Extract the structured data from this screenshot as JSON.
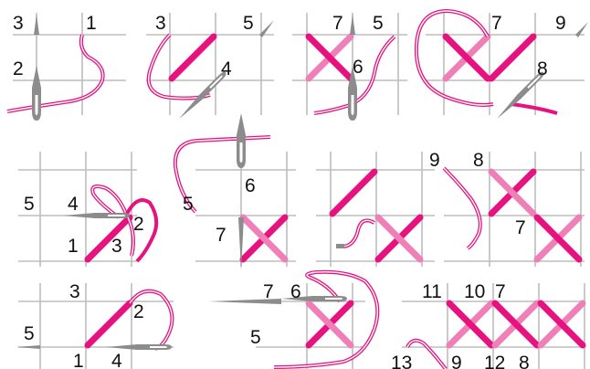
{
  "colors": {
    "stitch_dark": "#e6127f",
    "stitch_light": "#ef7fb7",
    "thread": "#e6127f",
    "needle": "#8c8c8c",
    "grid": "#bdbdbd"
  },
  "panels": [
    {
      "id": "p1",
      "labels": [
        "3",
        "1",
        "2"
      ]
    },
    {
      "id": "p2",
      "labels": [
        "3",
        "5",
        "4"
      ]
    },
    {
      "id": "p3",
      "labels": [
        "7",
        "5",
        "6"
      ]
    },
    {
      "id": "p4",
      "labels": [
        "7",
        "9",
        "8"
      ]
    },
    {
      "id": "p5",
      "labels": [
        "5",
        "4",
        "2",
        "1",
        "3"
      ]
    },
    {
      "id": "p6",
      "labels": [
        "5",
        "6",
        "7"
      ]
    },
    {
      "id": "p7",
      "labels": []
    },
    {
      "id": "p8",
      "labels": [
        "9",
        "8",
        "7"
      ]
    },
    {
      "id": "p9",
      "labels": [
        "3",
        "2",
        "5",
        "1",
        "4"
      ]
    },
    {
      "id": "p10",
      "labels": [
        "7",
        "6",
        "5"
      ]
    },
    {
      "id": "p11",
      "labels": [
        "11",
        "10",
        "7",
        "13",
        "9",
        "12",
        "8"
      ]
    }
  ]
}
